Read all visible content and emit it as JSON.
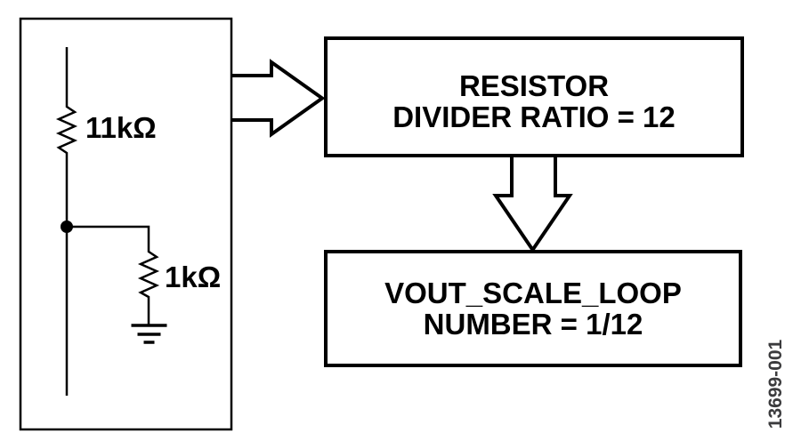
{
  "schematic": {
    "resistor_top_label": "11kΩ",
    "resistor_bottom_label": "1kΩ"
  },
  "boxes": {
    "resistor_divider": {
      "line1": "RESISTOR",
      "line2": "DIVIDER RATIO = 12"
    },
    "vout_scale": {
      "line1": "VOUT_SCALE_LOOP",
      "line2": "NUMBER = 1/12"
    }
  },
  "figure_id": "13699-001",
  "colors": {
    "line": "#000000",
    "bg": "#ffffff",
    "figid": "#3b3b3d"
  }
}
